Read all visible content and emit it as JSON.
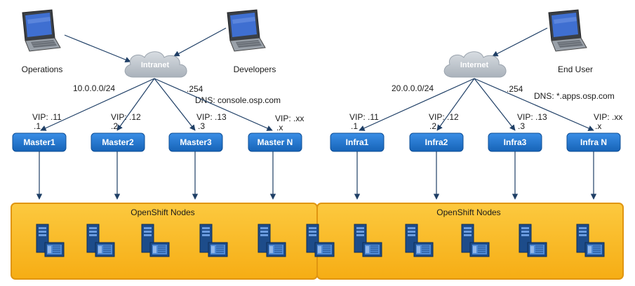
{
  "colors": {
    "node_button": "#1c6fc4",
    "panel_fill": "#f8b51e",
    "panel_border": "#e49a12",
    "server_dark": "#17427a",
    "server_light": "#4b86d2",
    "cloud": "#c2c8cf",
    "line": "#1f3f66"
  },
  "left": {
    "clients": [
      {
        "label": "Operations",
        "icon": "laptop-icon"
      },
      {
        "label": "Developers",
        "icon": "laptop-icon"
      }
    ],
    "cloud_label": "Intranet",
    "subnet": "10.0.0.0/24",
    "gateway": ".254",
    "dns": "DNS: console.osp.com",
    "hosts": [
      {
        "name": "Master1",
        "vip": "VIP:  .11",
        "ip": ".1"
      },
      {
        "name": "Master2",
        "vip": "VIP:  .12",
        "ip": ".2"
      },
      {
        "name": "Master3",
        "vip": "VIP:  .13",
        "ip": ".3"
      },
      {
        "name": "Master N",
        "vip": "VIP:  .xx",
        "ip": ".x"
      }
    ],
    "panel_label": "OpenShift Nodes"
  },
  "right": {
    "clients": [
      {
        "label": "End User",
        "icon": "laptop-icon"
      }
    ],
    "cloud_label": "Internet",
    "subnet": "20.0.0.0/24",
    "gateway": ".254",
    "dns": "DNS: *.apps.osp.com",
    "hosts": [
      {
        "name": "Infra1",
        "vip": "VIP:  .11",
        "ip": ".1"
      },
      {
        "name": "Infra2",
        "vip": "VIP:  .12",
        "ip": ".2"
      },
      {
        "name": "Infra3",
        "vip": "VIP:  .13",
        "ip": ".3"
      },
      {
        "name": "Infra N",
        "vip": "VIP:  .xx",
        "ip": ".x"
      }
    ],
    "panel_label": "OpenShift Nodes"
  },
  "servers": {
    "icon": "server-icon",
    "count": 11
  }
}
